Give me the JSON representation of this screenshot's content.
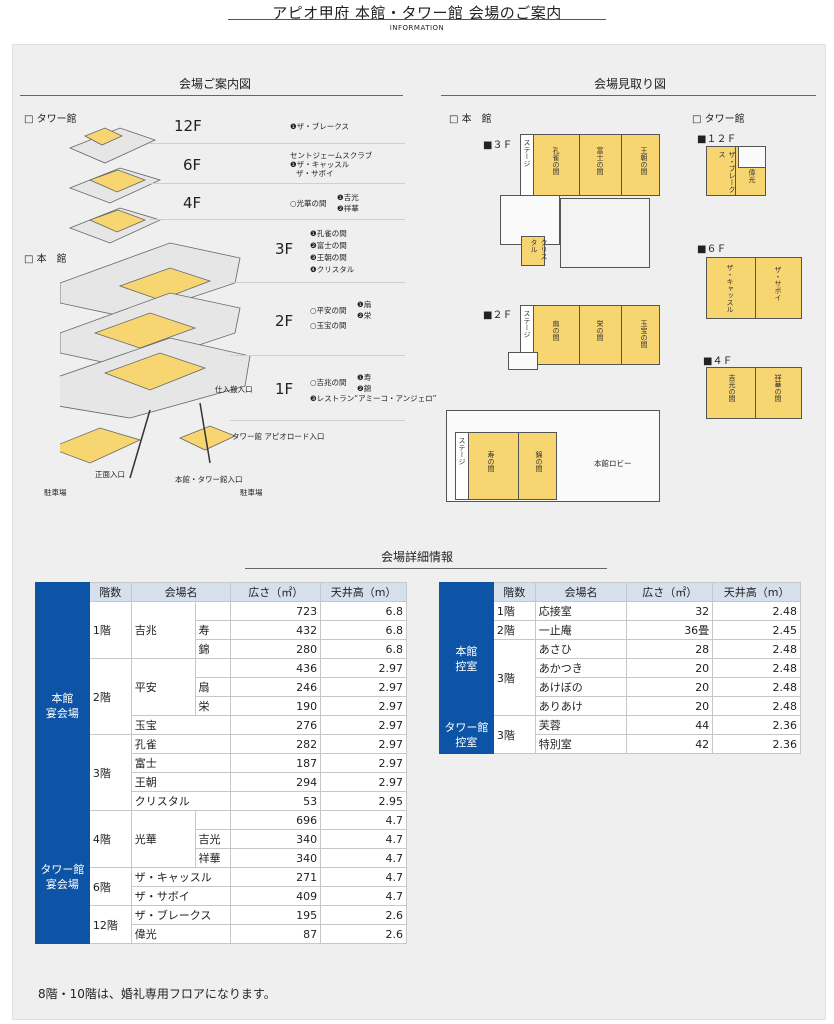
{
  "header": {
    "title": "アピオ甲府 本館・タワー館 会場のご案内",
    "subtitle": "INFORMATION"
  },
  "guide_map": {
    "title": "会場ご案内図",
    "tower_label": "□ タワー館",
    "main_label": "□ 本　館",
    "floors": [
      {
        "floor": "12F",
        "items": [
          "❶ザ・ブレークス"
        ]
      },
      {
        "floor": "6F",
        "items": [
          "セントジェームスクラブ",
          "❶ザ・キャッスル",
          "ザ・サボイ"
        ]
      },
      {
        "floor": "4F",
        "items": [
          "○光華の間",
          "❶吉光",
          "❷祥華"
        ]
      },
      {
        "floor": "3F",
        "items": [
          "❶孔雀の間",
          "❷富士の間",
          "❸王朝の間",
          "❹クリスタル"
        ]
      },
      {
        "floor": "2F",
        "items": [
          "○平安の間",
          "❶扇",
          "❷栄",
          "○玉宝の間"
        ]
      },
      {
        "floor": "1F",
        "items": [
          "○吉兆の間",
          "❶寿",
          "❷錦",
          "❸レストラン“アミーコ・アンジェロ”"
        ]
      }
    ],
    "misc_labels": {
      "tower_entrance": "タワー館 アピオロード入口",
      "main_tower_entrance": "本館・タワー館入口",
      "main_entrance": "正面入口",
      "parking": "駐車場",
      "supply_entrance": "仕入搬入口"
    }
  },
  "floor_plan": {
    "title": "会場見取り図",
    "main_label": "□ 本　館",
    "tower_label": "□ タワー館",
    "main_floors": [
      {
        "floor": "■３Ｆ",
        "rooms": [
          "孔雀の間",
          "富士の間",
          "王朝の間",
          "クリスタル"
        ],
        "stage": "ステージ"
      },
      {
        "floor": "■２Ｆ",
        "rooms": [
          "扇の間",
          "栄の間",
          "玉宝の間"
        ],
        "stage": "ステージ"
      },
      {
        "floor": "■１Ｆ",
        "rooms": [
          "寿の間",
          "錦の間"
        ],
        "stage": "ステージ",
        "extra": [
          "本館ロビー"
        ]
      }
    ],
    "tower_floors": [
      {
        "floor": "■１２Ｆ",
        "rooms": [
          "ザ・ブレークス",
          "偉光"
        ]
      },
      {
        "floor": "■６Ｆ",
        "rooms": [
          "ザ・キャッスル",
          "ザ・サボイ"
        ]
      },
      {
        "floor": "■４Ｆ",
        "rooms": [
          "吉光の間",
          "祥華の間"
        ]
      }
    ]
  },
  "details": {
    "title": "会場詳細情報",
    "banquet_table": {
      "headers": [
        "階数",
        "会場名",
        "広さ（㎡）",
        "天井高（m）"
      ],
      "categories": [
        {
          "label": "本館\n宴会場"
        },
        {
          "label": "タワー館\n宴会場"
        }
      ],
      "rows": [
        {
          "cat": 0,
          "floor": "1階",
          "name": "吉兆",
          "sub": "",
          "area": "723",
          "height": "6.8"
        },
        {
          "cat": 0,
          "floor": "",
          "name": "",
          "sub": "寿",
          "area": "432",
          "height": "6.8"
        },
        {
          "cat": 0,
          "floor": "",
          "name": "",
          "sub": "錦",
          "area": "280",
          "height": "6.8"
        },
        {
          "cat": 0,
          "floor": "2階",
          "name": "平安",
          "sub": "",
          "area": "436",
          "height": "2.97"
        },
        {
          "cat": 0,
          "floor": "",
          "name": "",
          "sub": "扇",
          "area": "246",
          "height": "2.97"
        },
        {
          "cat": 0,
          "floor": "",
          "name": "",
          "sub": "栄",
          "area": "190",
          "height": "2.97"
        },
        {
          "cat": 0,
          "floor": "",
          "name": "玉宝",
          "sub": "",
          "area": "276",
          "height": "2.97"
        },
        {
          "cat": 0,
          "floor": "3階",
          "name": "孔雀",
          "sub": "",
          "area": "282",
          "height": "2.97"
        },
        {
          "cat": 0,
          "floor": "",
          "name": "富士",
          "sub": "",
          "area": "187",
          "height": "2.97"
        },
        {
          "cat": 0,
          "floor": "",
          "name": "王朝",
          "sub": "",
          "area": "294",
          "height": "2.97"
        },
        {
          "cat": 0,
          "floor": "",
          "name": "クリスタル",
          "sub": "",
          "area": "53",
          "height": "2.95"
        },
        {
          "cat": 1,
          "floor": "4階",
          "name": "光華",
          "sub": "",
          "area": "696",
          "height": "4.7"
        },
        {
          "cat": 1,
          "floor": "",
          "name": "",
          "sub": "吉光",
          "area": "340",
          "height": "4.7"
        },
        {
          "cat": 1,
          "floor": "",
          "name": "",
          "sub": "祥華",
          "area": "340",
          "height": "4.7"
        },
        {
          "cat": 1,
          "floor": "6階",
          "name": "ザ・キャッスル",
          "sub": "",
          "area": "271",
          "height": "4.7"
        },
        {
          "cat": 1,
          "floor": "",
          "name": "ザ・サボイ",
          "sub": "",
          "area": "409",
          "height": "4.7"
        },
        {
          "cat": 1,
          "floor": "12階",
          "name": "ザ・ブレークス",
          "sub": "",
          "area": "195",
          "height": "2.6"
        },
        {
          "cat": 1,
          "floor": "",
          "name": "偉光",
          "sub": "",
          "area": "87",
          "height": "2.6"
        }
      ]
    },
    "waiting_table": {
      "headers": [
        "階数",
        "会場名",
        "広さ（㎡）",
        "天井高（m）"
      ],
      "categories": [
        {
          "label": "本館\n控室"
        },
        {
          "label": "タワー館\n控室"
        }
      ],
      "rows": [
        {
          "cat": 0,
          "floor": "1階",
          "name": "応接室",
          "area": "32",
          "height": "2.48"
        },
        {
          "cat": 0,
          "floor": "2階",
          "name": "一止庵",
          "area": "36畳",
          "height": "2.45"
        },
        {
          "cat": 0,
          "floor": "3階",
          "name": "あさひ",
          "area": "28",
          "height": "2.48"
        },
        {
          "cat": 0,
          "floor": "",
          "name": "あかつき",
          "area": "20",
          "height": "2.48"
        },
        {
          "cat": 0,
          "floor": "",
          "name": "あけぼの",
          "area": "20",
          "height": "2.48"
        },
        {
          "cat": 0,
          "floor": "",
          "name": "ありあけ",
          "area": "20",
          "height": "2.48"
        },
        {
          "cat": 1,
          "floor": "3階",
          "name": "芙蓉",
          "area": "44",
          "height": "2.36"
        },
        {
          "cat": 1,
          "floor": "",
          "name": "特別室",
          "area": "42",
          "height": "2.36"
        }
      ]
    },
    "note": "8階・10階は、婚礼専用フロアになります。"
  }
}
